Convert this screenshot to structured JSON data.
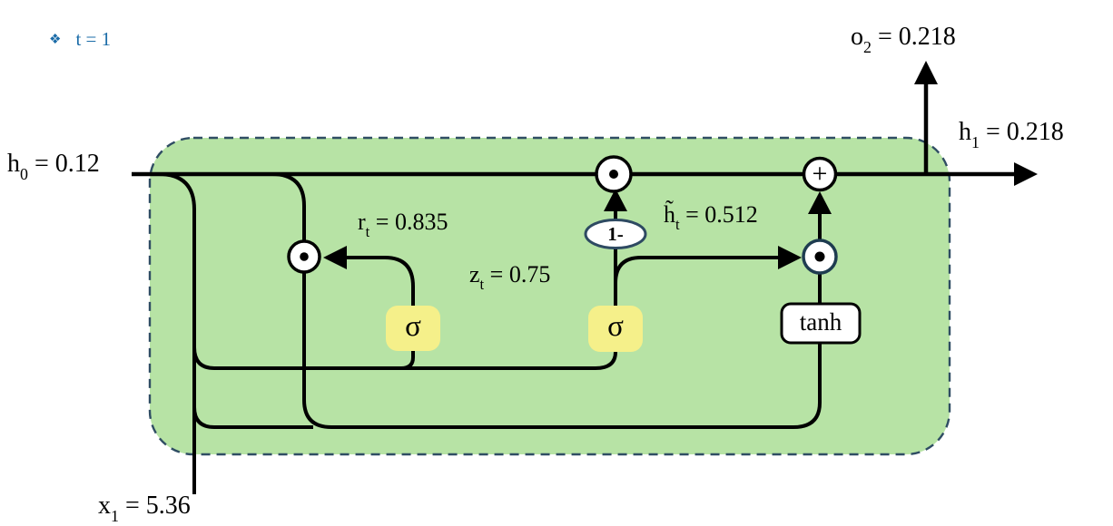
{
  "header": {
    "bullet_icon": "❖",
    "timestep": "t = 1"
  },
  "labels": {
    "h_prev": {
      "sym": "h",
      "sub": "0",
      "rest": " = 0.12"
    },
    "output": {
      "sym": "o",
      "sub": "2",
      "rest": " = 0.218"
    },
    "h_next": {
      "sym": "h",
      "sub": "1",
      "rest": " = 0.218"
    },
    "input": {
      "sym": "x",
      "sub": "1",
      "rest": " = 5.36"
    },
    "reset": {
      "sym": "r",
      "sub": "t",
      "rest": " = 0.835"
    },
    "update": {
      "sym": "z",
      "sub": "t",
      "rest": " = 0.75"
    },
    "candidate": {
      "sym": "h̃",
      "sub": "t",
      "rest": " = 0.512"
    }
  },
  "nodes": {
    "sigma_reset": "σ",
    "sigma_update": "σ",
    "tanh": "tanh",
    "one_minus": "1-",
    "add": "+"
  },
  "colors": {
    "timestep_text": "#1b6ca8",
    "cell_fill": "#b7e3a5",
    "cell_border": "#2f4d63",
    "gate_fill": "#f5f08a",
    "operator_border_dark": "#1e3c50",
    "line": "#000000"
  }
}
